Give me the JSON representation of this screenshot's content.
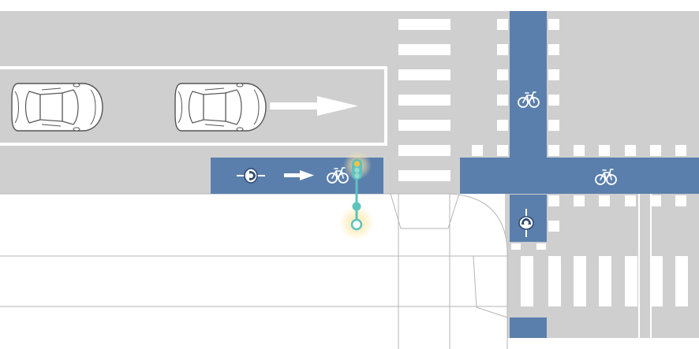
{
  "scene": {
    "type": "intersection-diagram",
    "colors": {
      "road": "#cfcfcf",
      "sidewalk": "#ffffff",
      "bike_lane": "#5a7fac",
      "marking": "#ffffff",
      "curb_line": "#b5b5b5",
      "signal_line": "#5ec2bd",
      "signal_light": "#f5c243",
      "signal_glow": "#fde7a6"
    },
    "icons": [
      {
        "name": "car-icon",
        "count": 2
      },
      {
        "name": "bicycle-icon",
        "count": 3
      },
      {
        "name": "cyclist-icon",
        "count": 2
      },
      {
        "name": "arrow-right-icon",
        "count": 2
      },
      {
        "name": "traffic-signal-icon",
        "count": 1
      }
    ]
  }
}
